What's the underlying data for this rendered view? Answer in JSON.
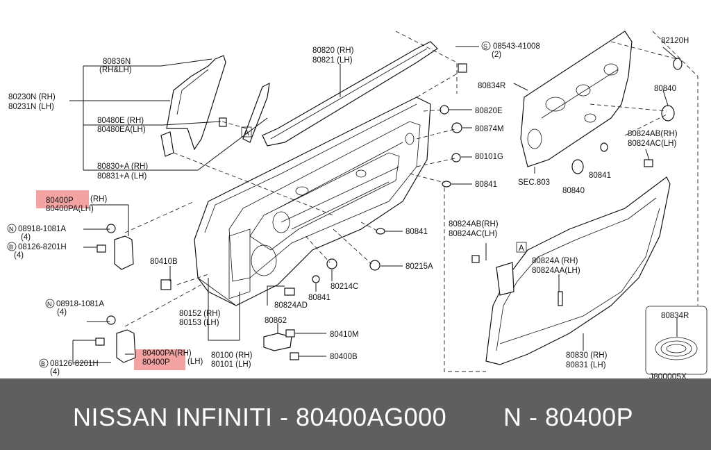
{
  "footer": {
    "left": "NISSAN  INFINITI - 80400AG000",
    "right": "N - 80400P"
  },
  "labels": {
    "l80836n": "80836N",
    "l80836n_s": "(RH&LH)",
    "l80230n": "80230N (RH)",
    "l80231n": "80231N (LH)",
    "l80480e": "80480E (RH)",
    "l80480ea": "80480EA(LH)",
    "l80830a": "80830+A (RH)",
    "l80831a": "80831+A (LH)",
    "l80400p": "80400P",
    "l80400p_rh": "(RH)",
    "l80400pa": "80400PA(LH)",
    "n08918a": "08918-1081A",
    "n08918a_q": "(4)",
    "b08126a": "08126-8201H",
    "b08126a_q": "(4)",
    "l80410b": "80410B",
    "n08918b": "08918-1081A",
    "n08918b_q": "(4)",
    "b08126b": "08126-8201H",
    "b08126b_q": "(4)",
    "l80400pa_b": "80400PA(RH)",
    "l80400p_b": "80400P",
    "l80400p_b_lh": "(LH)",
    "l80152": "80152 (RH)",
    "l80153": "80153 (LH)",
    "l80100": "80100 (RH)",
    "l80101": "80101 (LH)",
    "l80820": "80820 (RH)",
    "l80821": "80821 (LH)",
    "s08543": "08543-41008",
    "s08543_q": "(2)",
    "l80820e": "80820E",
    "l80874m": "80874M",
    "l80101g": "80101G",
    "l80841a": "80841",
    "l80841b": "80841",
    "l80841c": "80841",
    "l80841d": "80841",
    "l80215a": "80215A",
    "l80214c": "80214C",
    "l80824ad": "80824AD",
    "l80862": "80862",
    "l80410m": "80410M",
    "l80400b": "80400B",
    "l82120h": "82120H",
    "l80834r": "80834R",
    "l80840a": "80840",
    "l80840b": "80840",
    "lsec803": "SEC.803",
    "l80824ab1": "80824AB(RH)",
    "l80824ac1": "80824AC(LH)",
    "l80824ab2": "80824AB(RH)",
    "l80824ac2": "80824AC(LH)",
    "l80824a": "80824A (RH)",
    "l80824aa": "80824AA(LH)",
    "l80830": "80830 (RH)",
    "l80831": "80831 (LH)",
    "l80834r_inset": "80834R",
    "code": "J800005X",
    "ref_a1": "A",
    "ref_a2": "A",
    "sym_n": "N",
    "sym_b": "B",
    "sym_s": "S"
  },
  "colors": {
    "highlight": "#f4a3a3",
    "footer_bg": "#5f5f60"
  }
}
